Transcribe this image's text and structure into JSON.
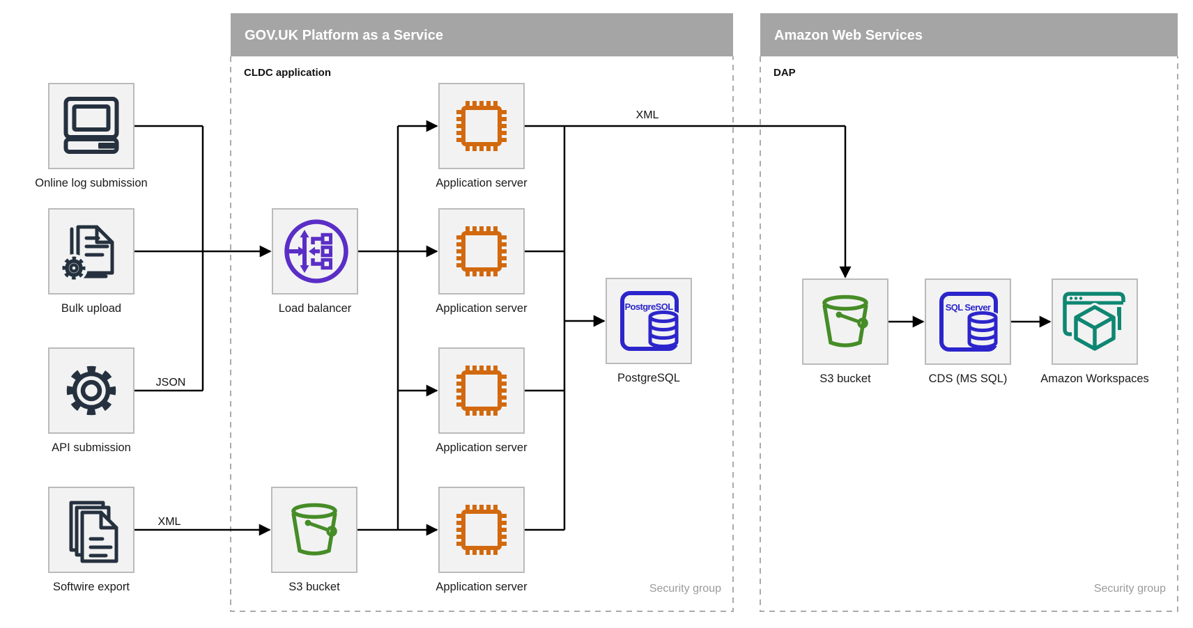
{
  "diagram": {
    "containers": {
      "paas": {
        "title": "GOV.UK Platform as a Service",
        "sublabel": "CLDC application",
        "footer": "Security group"
      },
      "aws": {
        "title": "Amazon Web Services",
        "sublabel": "DAP",
        "footer": "Security group"
      }
    },
    "nodes": [
      {
        "id": "online-log-submission",
        "label": "Online log submission",
        "icon": "desktop-computer-icon"
      },
      {
        "id": "bulk-upload",
        "label": "Bulk upload",
        "icon": "document-gear-icon"
      },
      {
        "id": "api-submission",
        "label": "API submission",
        "icon": "gear-icon"
      },
      {
        "id": "softwire-export",
        "label": "Softwire export",
        "icon": "documents-stack-icon"
      },
      {
        "id": "load-balancer",
        "label": "Load balancer",
        "icon": "load-balancer-icon"
      },
      {
        "id": "s3-bucket-paas",
        "label": "S3 bucket",
        "icon": "s3-bucket-icon"
      },
      {
        "id": "application-server-1",
        "label": "Application server",
        "icon": "chip-icon"
      },
      {
        "id": "application-server-2",
        "label": "Application server",
        "icon": "chip-icon"
      },
      {
        "id": "application-server-3",
        "label": "Application server",
        "icon": "chip-icon"
      },
      {
        "id": "application-server-4",
        "label": "Application server",
        "icon": "chip-icon"
      },
      {
        "id": "postgresql",
        "label": "PostgreSQL",
        "icon": "postgresql-icon",
        "icon_text": "PostgreSQL"
      },
      {
        "id": "s3-bucket-aws",
        "label": "S3 bucket",
        "icon": "s3-bucket-icon"
      },
      {
        "id": "cds-ms-sql",
        "label": "CDS (MS SQL)",
        "icon": "sql-server-icon",
        "icon_text": "SQL Server"
      },
      {
        "id": "amazon-workspaces",
        "label": "Amazon Workspaces",
        "icon": "workspaces-icon"
      }
    ],
    "edge_labels": {
      "api_format": "JSON",
      "softwire_format": "XML",
      "app_to_dap_format": "XML"
    },
    "colors": {
      "source_icon": "#25313f",
      "app_server": "#d2690f",
      "load_balancer": "#5a2ec6",
      "bucket": "#468c27",
      "database": "#2c25cb",
      "workspaces": "#0e8672",
      "header_bg": "#a5a5a5",
      "box_fill": "#f2f2f2",
      "box_border": "#bababa",
      "dashed_border": "#ababab",
      "footer_text": "#9b9b9b"
    }
  }
}
